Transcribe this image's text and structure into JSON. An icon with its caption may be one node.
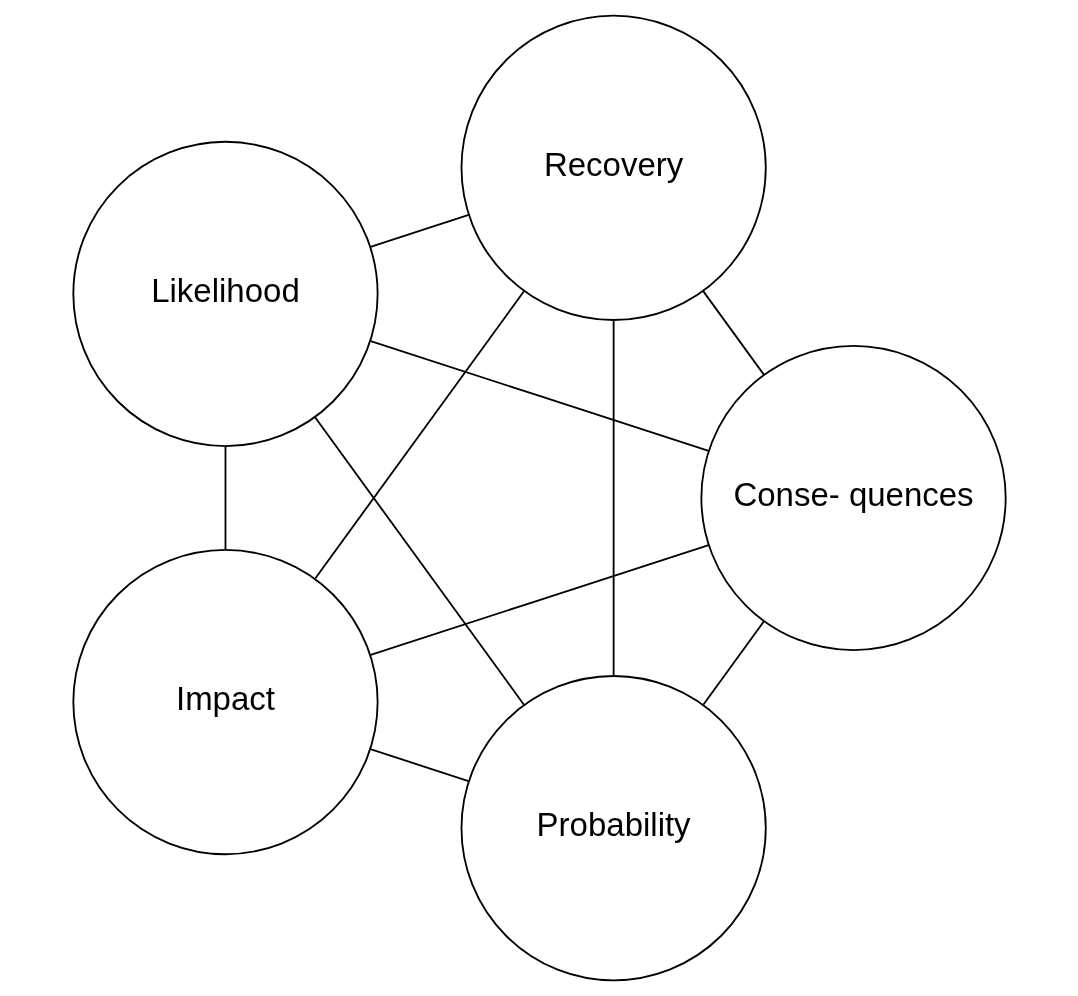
{
  "diagram": {
    "nodes": [
      {
        "text": [
          "Probability"
        ]
      },
      {
        "text": [
          "Conse- quences"
        ]
      },
      {
        "text": [
          "Likelihood"
        ]
      },
      {
        "text": [
          "Recovery"
        ]
      },
      {
        "text": [
          "Impact"
        ]
      }
    ],
    "edges": [
      {
        "from": 0,
        "to": 1,
        "arrow": "none"
      },
      {
        "from": 0,
        "to": 2,
        "arrow": "none"
      },
      {
        "from": 0,
        "to": 3,
        "arrow": "none"
      },
      {
        "from": 0,
        "to": 4,
        "arrow": "none"
      },
      {
        "from": 1,
        "to": 2,
        "arrow": "none"
      },
      {
        "from": 1,
        "to": 3,
        "arrow": "none"
      },
      {
        "from": 1,
        "to": 4,
        "arrow": "none"
      },
      {
        "from": 2,
        "to": 3,
        "arrow": "none"
      },
      {
        "from": 2,
        "to": 4,
        "arrow": "none"
      },
      {
        "from": 3,
        "to": 4,
        "arrow": "none"
      }
    ]
  }
}
